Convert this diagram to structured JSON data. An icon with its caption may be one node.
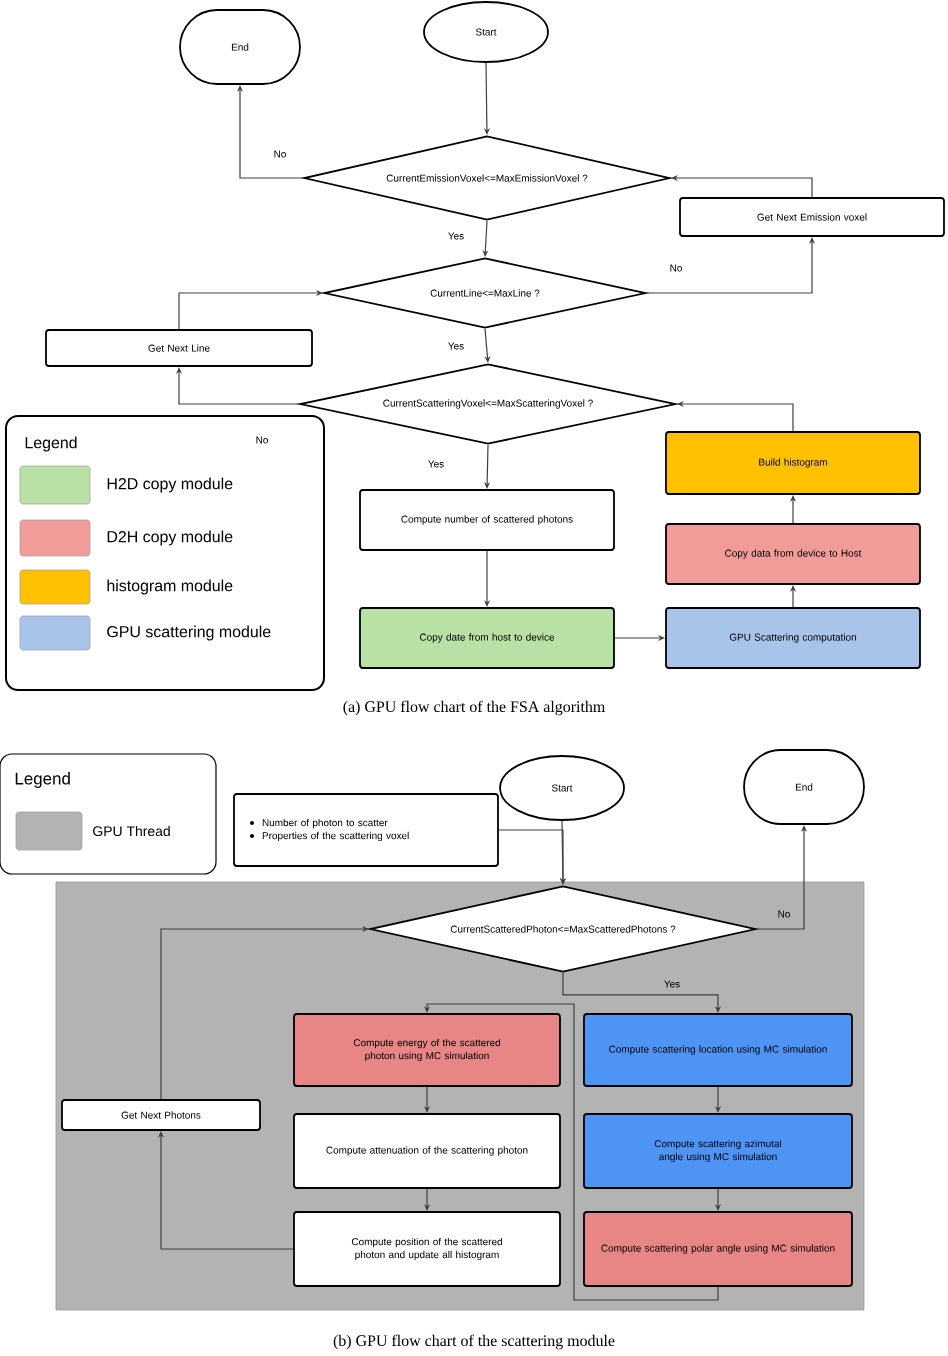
{
  "diagram": {
    "nodes": [
      {
        "text": [
          "End"
        ]
      },
      {
        "text": [
          "Start"
        ]
      },
      {
        "text": [
          "CurrentEmissionVoxel<=MaxEmissionVoxel ?"
        ]
      },
      {
        "text": [
          "Get Next Emission voxel"
        ]
      },
      {
        "text": [
          "CurrentLine<=MaxLine ?"
        ]
      },
      {
        "text": [
          "Get Next Line"
        ]
      },
      {
        "text": [
          "CurrentScatteringVoxel<=MaxScatteringVoxel ?"
        ]
      },
      {
        "text": [
          "Compute number of scattered photons"
        ]
      },
      {
        "text": [
          "Copy date from host to device"
        ]
      },
      {
        "text": [
          "GPU Scattering computation"
        ]
      },
      {
        "text": [
          "Copy data from device to Host"
        ]
      },
      {
        "text": [
          "Build histogram"
        ]
      },
      {
        "text": [],
        "shape": "box"
      },
      {
        "text": [
          "Number of photon to scatter",
          "Properties of the scattering voxel"
        ]
      },
      {
        "text": [
          "Start"
        ]
      },
      {
        "text": [
          "End"
        ]
      },
      {
        "text": [
          "CurrentScatteredPhoton<=MaxScatteredPhotons ?"
        ],
        "in": 12
      },
      {
        "text": [
          "Compute energy of the scattered photon using MC simulation"
        ],
        "in": 12
      },
      {
        "text": [
          "Compute attenuation of the scattering photon"
        ],
        "in": 12
      },
      {
        "text": [
          "Compute position of the scattered photon and update all histogram"
        ],
        "in": 12
      },
      {
        "text": [
          "Compute scattering location using MC simulation"
        ],
        "in": 12
      },
      {
        "text": [
          "Compute scattering azimutal angle using MC simulation"
        ],
        "in": 12
      },
      {
        "text": [
          "Compute scattering polar angle using MC simulation"
        ],
        "in": 12
      },
      {
        "text": [
          "Get Next Photons"
        ],
        "in": 12
      }
    ],
    "edges": [
      {
        "from": 1,
        "to": 2,
        "arrow": "to"
      },
      {
        "from": 2,
        "to": 0,
        "arrow": "to",
        "label": "No"
      },
      {
        "from": 2,
        "to": 4,
        "arrow": "to",
        "label": "Yes"
      },
      {
        "from": 4,
        "to": 3,
        "arrow": "to",
        "label": "No"
      },
      {
        "from": 3,
        "to": 2,
        "arrow": "to"
      },
      {
        "from": 4,
        "to": 6,
        "arrow": "to",
        "label": "Yes"
      },
      {
        "from": 6,
        "to": 5,
        "arrow": "to",
        "label": "No"
      },
      {
        "from": 5,
        "to": 4,
        "arrow": "to"
      },
      {
        "from": 6,
        "to": 7,
        "arrow": "to",
        "label": "Yes"
      },
      {
        "from": 7,
        "to": 8,
        "arrow": "to"
      },
      {
        "from": 8,
        "to": 9,
        "arrow": "to"
      },
      {
        "from": 9,
        "to": 10,
        "arrow": "to"
      },
      {
        "from": 10,
        "to": 11,
        "arrow": "to"
      },
      {
        "from": 11,
        "to": 6,
        "arrow": "to"
      },
      {
        "from": 14,
        "to": 16,
        "arrow": "to"
      },
      {
        "from": 13,
        "to": 16,
        "arrow": "to"
      },
      {
        "from": 16,
        "to": 15,
        "arrow": "to",
        "label": "No"
      },
      {
        "from": 16,
        "to": 20,
        "arrow": "to",
        "label": "Yes"
      },
      {
        "from": 20,
        "to": 21,
        "arrow": "to"
      },
      {
        "from": 21,
        "to": 22,
        "arrow": "to"
      },
      {
        "from": 22,
        "to": 17,
        "arrow": "to"
      },
      {
        "from": 17,
        "to": 18,
        "arrow": "to"
      },
      {
        "from": 18,
        "to": 19,
        "arrow": "to"
      },
      {
        "from": 19,
        "to": 23,
        "arrow": "to"
      },
      {
        "from": 23,
        "to": 16,
        "arrow": "to"
      }
    ],
    "labels": [
      "Legend",
      "(a) GPU flow chart of the FSA algorithm",
      "Legend",
      "(b) GPU flow chart of the scattering module"
    ],
    "legend": [
      {
        "text": "H2D copy module",
        "color": "#b9e0a5"
      },
      {
        "text": "D2H copy module",
        "color": "#f19c99"
      },
      {
        "text": "histogram module",
        "color": "#ffc000"
      },
      {
        "text": "GPU scattering module",
        "color": "#a9c4eb"
      },
      {
        "text": "GPU Thread",
        "color": "#b3b3b3"
      }
    ]
  }
}
